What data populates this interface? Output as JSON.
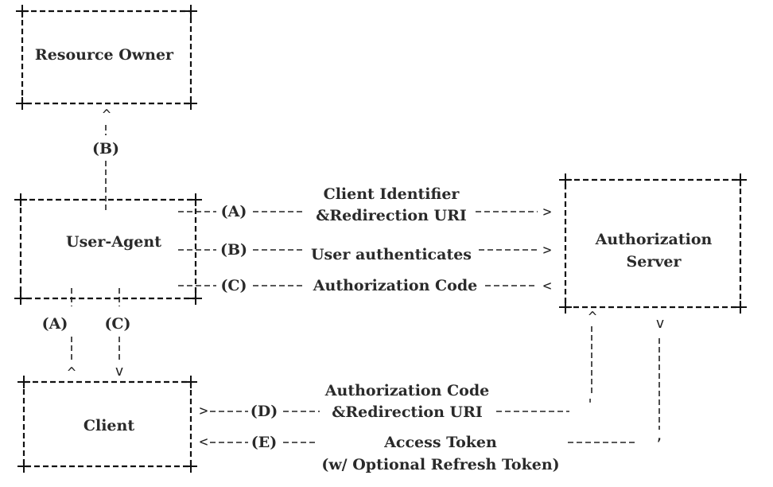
{
  "boxes": {
    "resource_owner": "Resource Owner",
    "user_agent": "User-Agent",
    "authorization_server_line1": "Authorization",
    "authorization_server_line2": "Server",
    "client": "Client"
  },
  "step_labels": {
    "ro_b": "(B)",
    "ua_a": "(A)",
    "ua_b": "(B)",
    "ua_c": "(C)",
    "client_a": "(A)",
    "client_c": "(C)",
    "client_d": "(D)",
    "client_e": "(E)"
  },
  "messages": {
    "a_line1": "Client Identifier",
    "a_line2": "&Redirection URI",
    "b": "User authenticates",
    "c": "Authorization Code",
    "d_line1": "Authorization Code",
    "d_line2": "&Redirection URI",
    "e_line1": "Access Token",
    "e_line2": "(w/ Optional Refresh Token)"
  },
  "arrow_glyphs": {
    "right": ">",
    "left": "<",
    "up": "^",
    "down": "v",
    "tick": "'",
    "comma": ","
  }
}
